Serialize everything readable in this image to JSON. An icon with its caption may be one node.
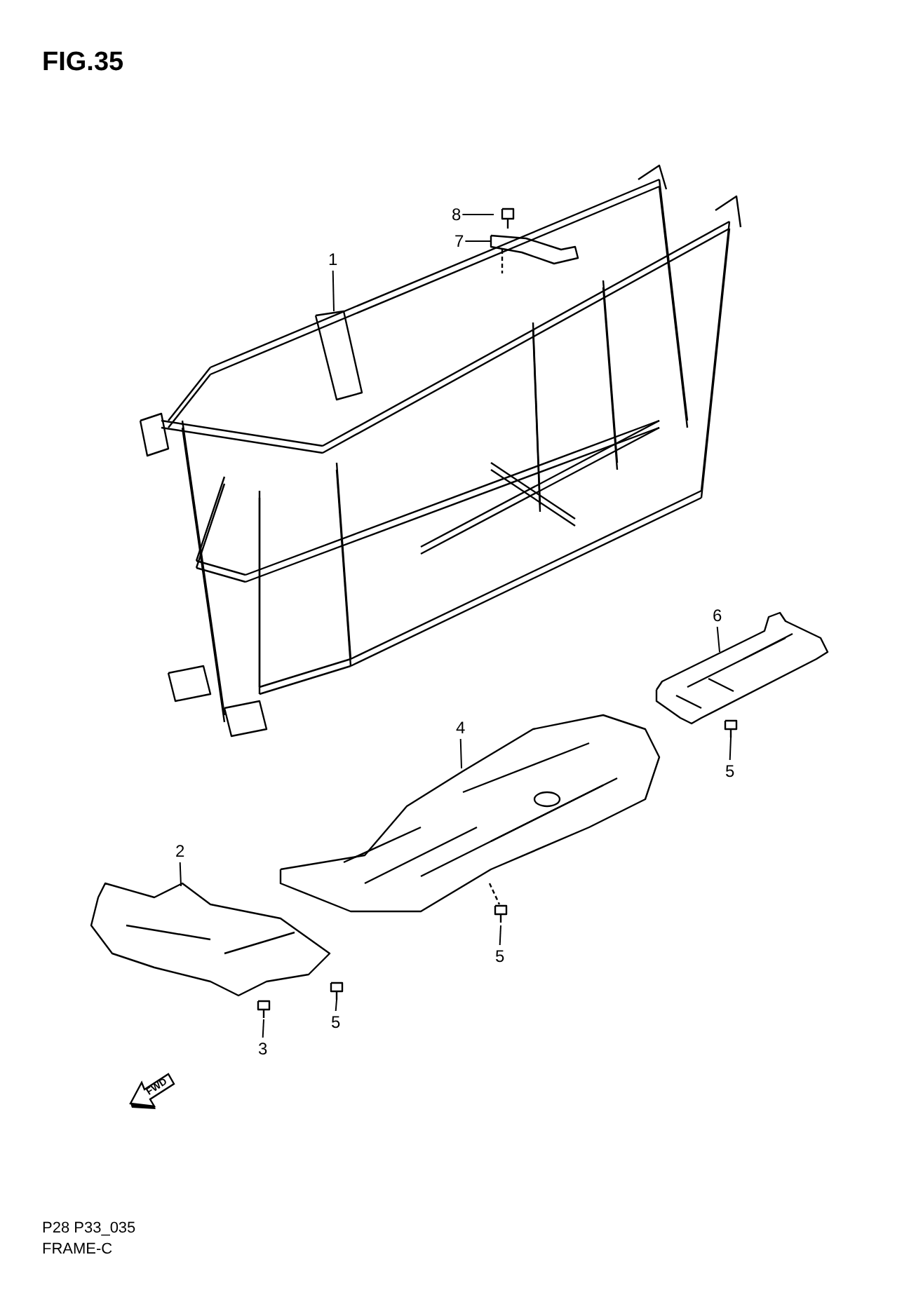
{
  "diagram": {
    "title": "FIG.35",
    "nodes": [
      {
        "text": [
          "8"
        ]
      },
      {
        "text": [
          "7"
        ]
      },
      {
        "text": [
          "1"
        ]
      },
      {
        "text": [
          "6"
        ]
      },
      {
        "text": [
          "4"
        ]
      },
      {
        "text": [
          "5"
        ]
      },
      {
        "text": [
          "2"
        ]
      },
      {
        "text": [
          "5"
        ]
      },
      {
        "text": [
          "3"
        ]
      },
      {
        "text": [
          "5"
        ]
      }
    ],
    "edges": [
      {
        "from": 0,
        "to": null,
        "arrow": "none"
      },
      {
        "from": 1,
        "to": null,
        "arrow": "none"
      },
      {
        "from": 2,
        "to": null,
        "arrow": "none"
      },
      {
        "from": 3,
        "to": null,
        "arrow": "none"
      },
      {
        "from": 4,
        "to": null,
        "arrow": "none"
      },
      {
        "from": 5,
        "to": null,
        "arrow": "none"
      },
      {
        "from": 6,
        "to": null,
        "arrow": "none"
      },
      {
        "from": 7,
        "to": null,
        "arrow": "none"
      },
      {
        "from": 8,
        "to": null,
        "arrow": "none"
      },
      {
        "from": 9,
        "to": null,
        "arrow": "none"
      }
    ],
    "labels": [
      "FWD",
      "P28 P33_035",
      "FRAME-C"
    ]
  }
}
